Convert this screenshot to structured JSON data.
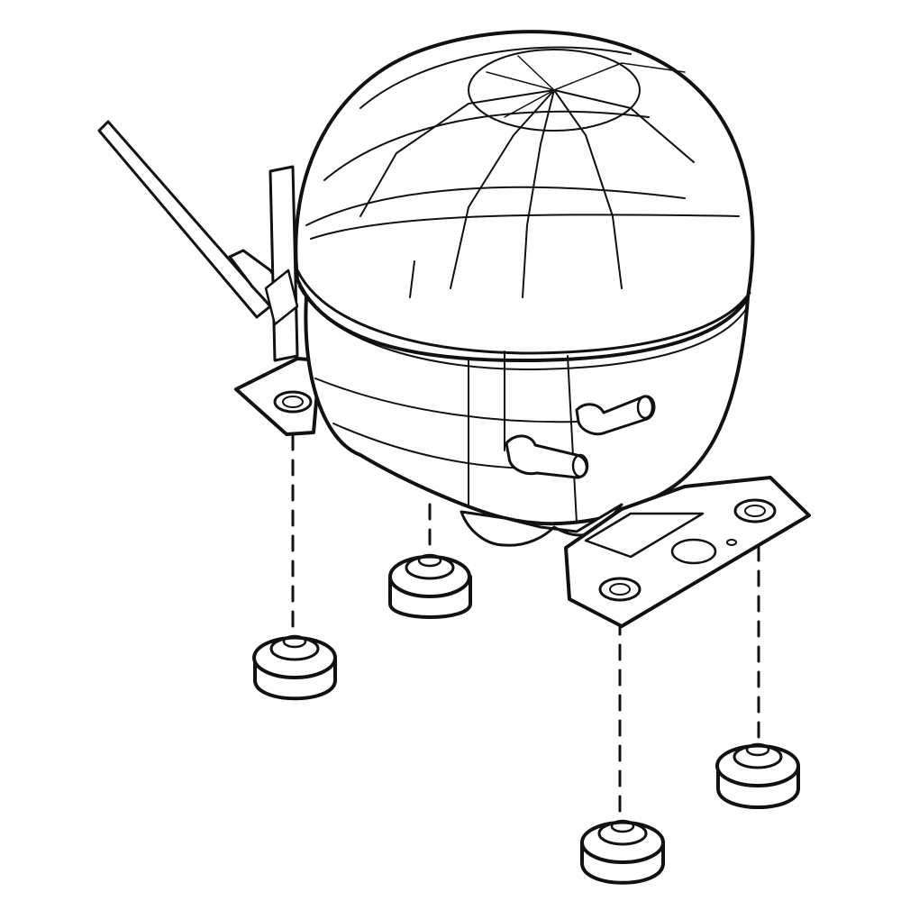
{
  "colors": {
    "background": "#ffffff",
    "line": "#111111",
    "thin_line": "#333333",
    "fill": "#ffffff"
  },
  "parts": {
    "compressor": {
      "icon": "compressor-illustration"
    },
    "mounting_grommets": {
      "icon": "rubber-grommet",
      "count": 4
    },
    "process_tube": {
      "icon": "tube"
    },
    "suction_fittings": {
      "icon": "tube-fitting",
      "count": 2
    }
  }
}
